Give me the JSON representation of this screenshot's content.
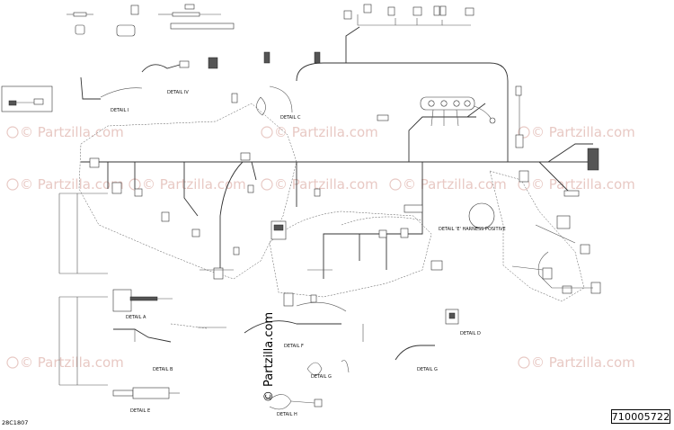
{
  "watermark": "© Partzilla.com",
  "center_watermark": "© Partzilla.com",
  "part_number": "710005722",
  "drawing_ref": "28C1807",
  "details": {
    "a": "DETAIL A",
    "b": "DETAIL B",
    "c": "DETAIL C",
    "d": "DETAIL D",
    "e": "DETAIL E",
    "f": "DETAIL F",
    "g": "DETAIL G",
    "h": "DETAIL H",
    "i": "DETAIL I",
    "iv": "DETAIL IV",
    "harness": "DETAIL 'E' HARNESS POSITIVE"
  },
  "colors": {
    "watermark": "#e8c9c4",
    "line": "#333333",
    "background": "#ffffff"
  }
}
